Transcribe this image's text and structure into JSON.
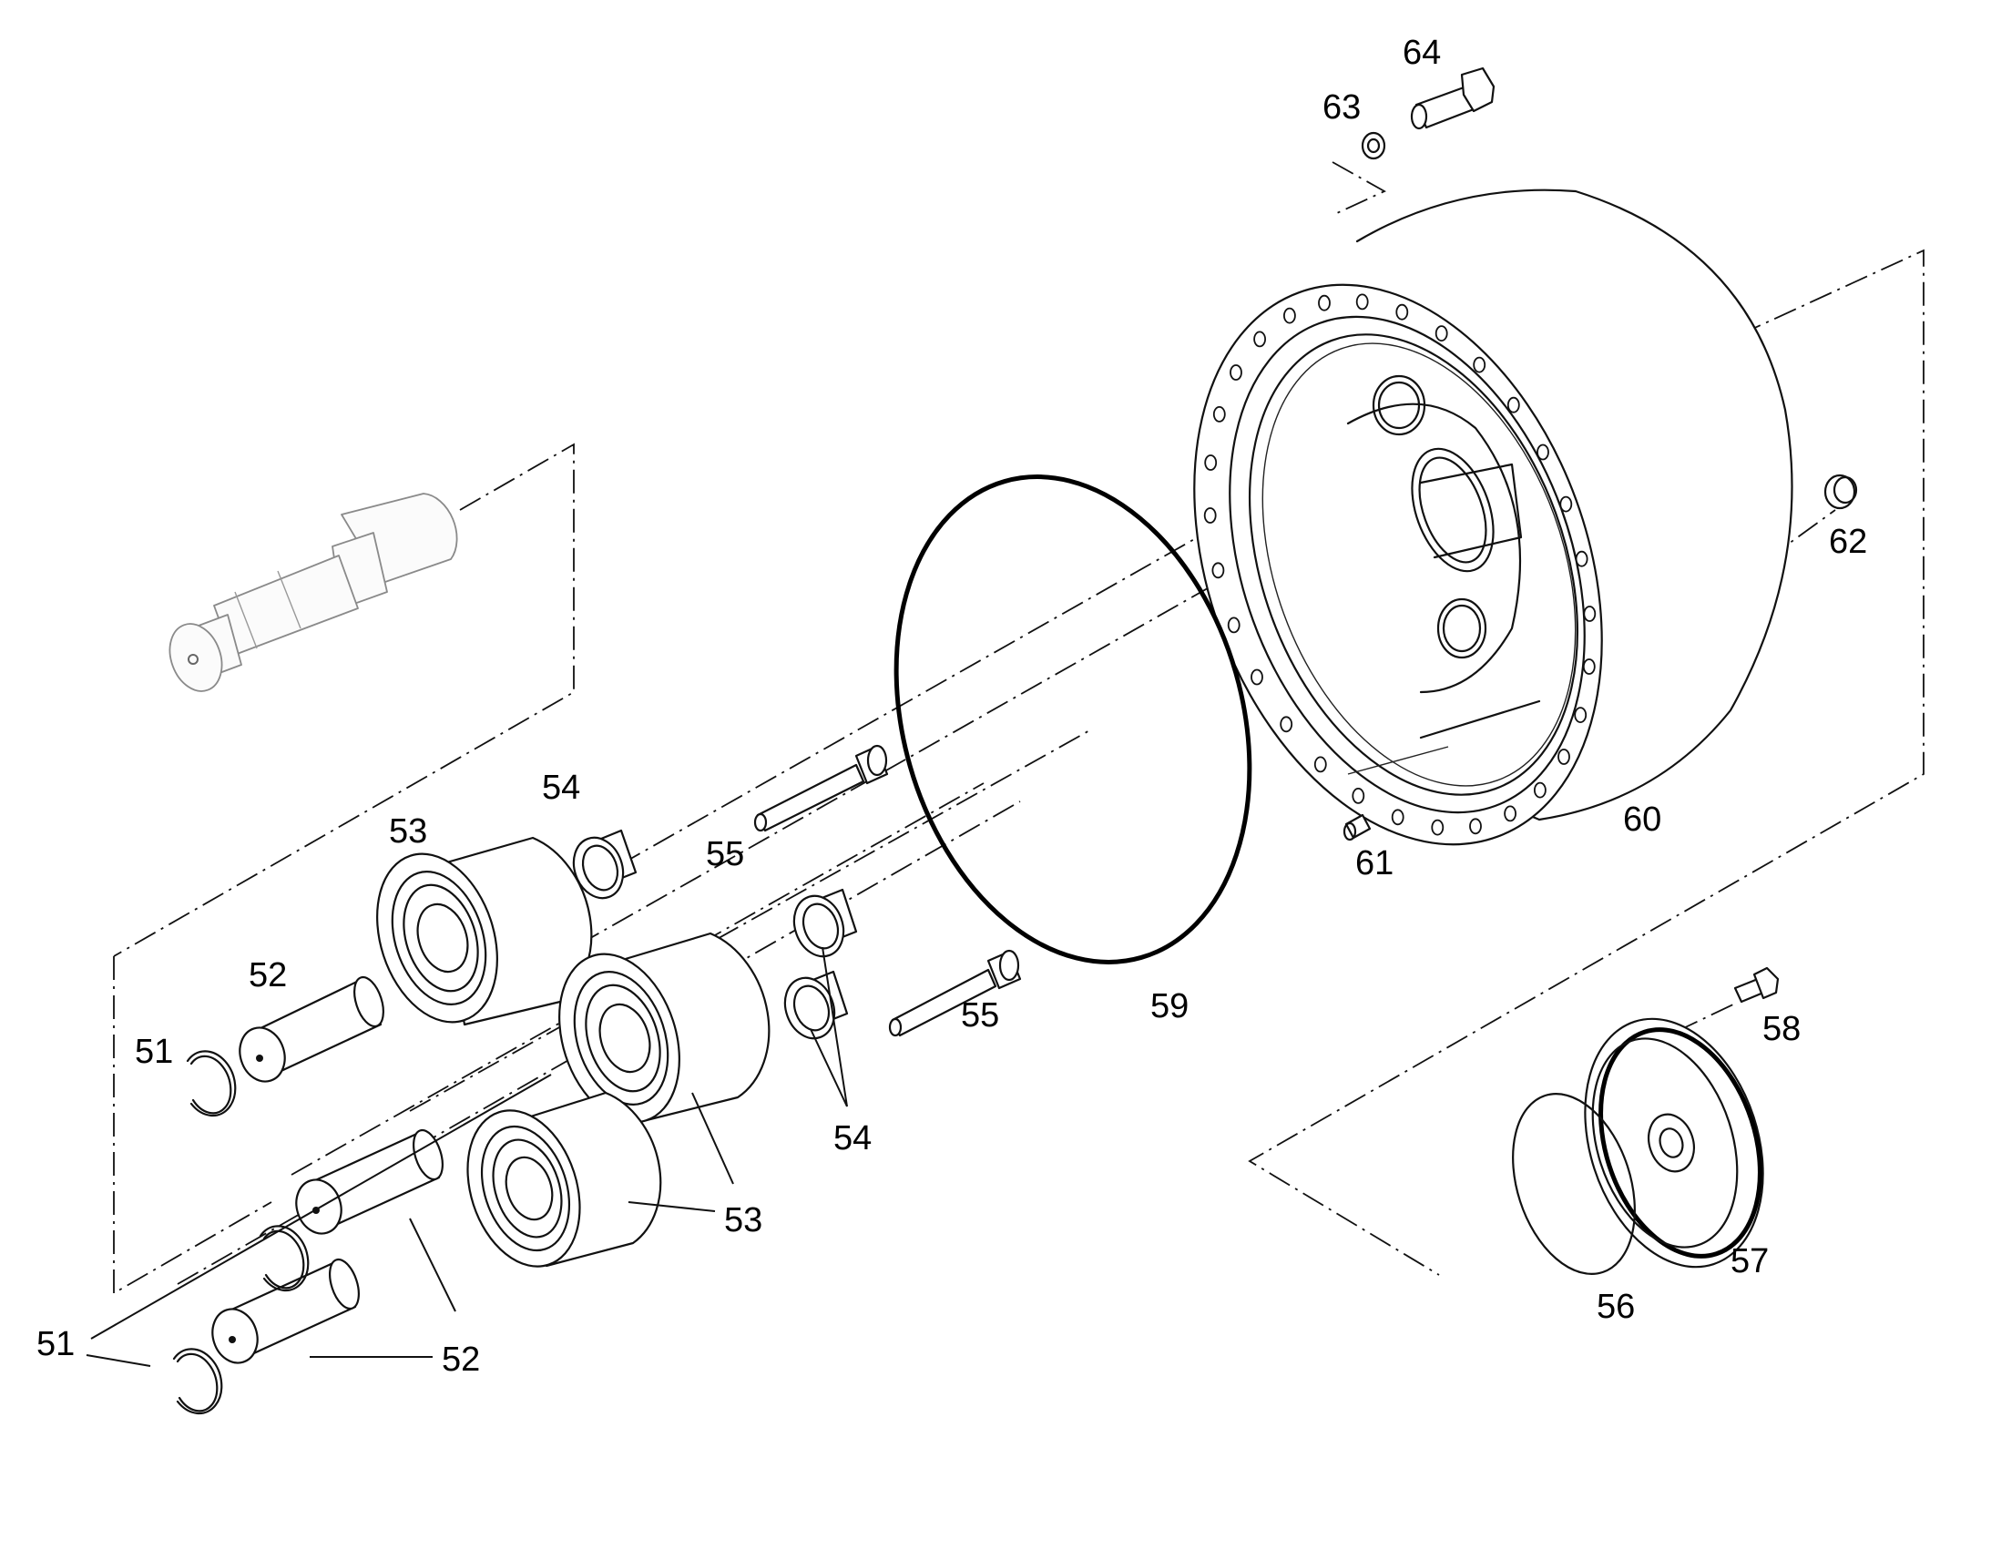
{
  "labels": {
    "l51a": "51",
    "l51b": "51",
    "l52a": "52",
    "l52b": "52",
    "l53a": "53",
    "l53b": "53",
    "l54a": "54",
    "l54b": "54",
    "l55a": "55",
    "l55b": "55",
    "l56": "56",
    "l57": "57",
    "l58": "58",
    "l59": "59",
    "l60": "60",
    "l61": "61",
    "l62": "62",
    "l63": "63",
    "l64": "64"
  },
  "icons": {
    "housing": "planetary-housing-icon",
    "shaft": "input-shaft-icon",
    "gear": "planet-gear-icon",
    "pin": "planet-pin-icon",
    "ring": "retaining-ring-icon",
    "bushing": "bushing-icon",
    "oring": "o-ring-icon",
    "cover": "end-cover-icon",
    "bolt": "bolt-icon",
    "plug": "plug-icon"
  }
}
